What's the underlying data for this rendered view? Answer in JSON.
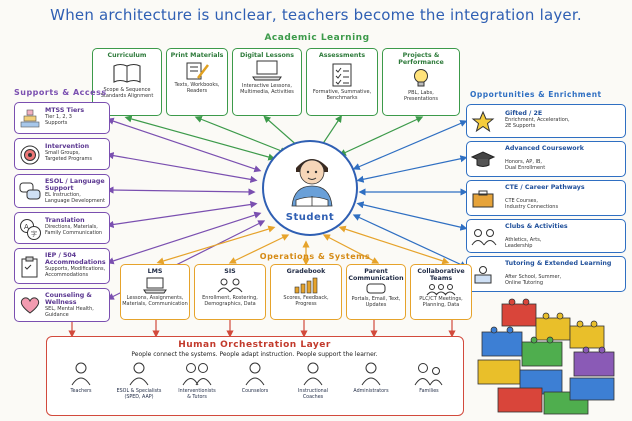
{
  "title": "When architecture is unclear, teachers become the integration layer.",
  "academic": {
    "heading": "Academic Learning",
    "cards": [
      {
        "title": "Curriculum",
        "desc": "Scope & Sequence\nStandards Alignment"
      },
      {
        "title": "Print Materials",
        "desc": "Texts, Workbooks,\nReaders"
      },
      {
        "title": "Digital Lessons",
        "desc": "Interactive Lessons,\nMultimedia, Activities"
      },
      {
        "title": "Assessments",
        "desc": "Formative, Summative,\nBenchmarks"
      },
      {
        "title": "Projects & Performance",
        "desc": "PBL, Labs,\nPresentations"
      }
    ]
  },
  "supports": {
    "heading": "Supports & Access",
    "cards": [
      {
        "title": "MTSS Tiers",
        "desc": "Tier 1, 2, 3\nSupports"
      },
      {
        "title": "Intervention",
        "desc": "Small Groups,\nTargeted Programs"
      },
      {
        "title": "ESOL / Language Support",
        "desc": "EL Instruction,\nLanguage Development"
      },
      {
        "title": "Translation",
        "desc": "Directions, Materials,\nFamily Communication"
      },
      {
        "title": "IEP / 504 Accommodations",
        "desc": "Supports, Modifications,\nAccommodations"
      },
      {
        "title": "Counseling & Wellness",
        "desc": "SEL, Mental Health,\nGuidance"
      }
    ]
  },
  "opportunities": {
    "heading": "Opportunities & Enrichment",
    "cards": [
      {
        "title": "Gifted / 2E",
        "desc": "Enrichment, Acceleration,\n2E Supports"
      },
      {
        "title": "Advanced Coursework",
        "desc": "Honors, AP, IB,\nDual Enrollment"
      },
      {
        "title": "CTE / Career Pathways",
        "desc": "CTE Courses,\nIndustry Connections"
      },
      {
        "title": "Clubs & Activities",
        "desc": "Athletics, Arts,\nLeadership"
      },
      {
        "title": "Tutoring & Extended Learning",
        "desc": "After School, Summer,\nOnline Tutoring"
      }
    ]
  },
  "student": {
    "label": "Student"
  },
  "operations": {
    "heading": "Operations & Systems",
    "cards": [
      {
        "title": "LMS",
        "desc": "Lessons, Assignments,\nMaterials, Communication"
      },
      {
        "title": "SIS",
        "desc": "Enrollment, Rostering,\nDemographics, Data"
      },
      {
        "title": "Gradebook",
        "desc": "Scores, Feedback,\nProgress"
      },
      {
        "title": "Parent Communication",
        "desc": "Portals, Email, Text,\nUpdates"
      },
      {
        "title": "Collaborative Teams",
        "desc": "PLC/CT Meetings,\nPlanning, Data"
      }
    ]
  },
  "orchestration": {
    "heading": "Human Orchestration Layer",
    "subtitle": "People connect the systems. People adapt instruction. People support the learner.",
    "people": [
      {
        "label": "Teachers"
      },
      {
        "label": "ESOL & Specialists\n(SPED, AAP)"
      },
      {
        "label": "Interventionists\n& Tutors"
      },
      {
        "label": "Counselors"
      },
      {
        "label": "Instructional\nCoaches"
      },
      {
        "label": "Administrators"
      },
      {
        "label": "Families"
      }
    ]
  },
  "colors": {
    "academic": "#3c9a4a",
    "supports": "#7a4fb0",
    "opportunities": "#2f6fc2",
    "operations": "#e6a32b",
    "orchestration": "#d24a3c",
    "student": "#2f5fb3"
  }
}
